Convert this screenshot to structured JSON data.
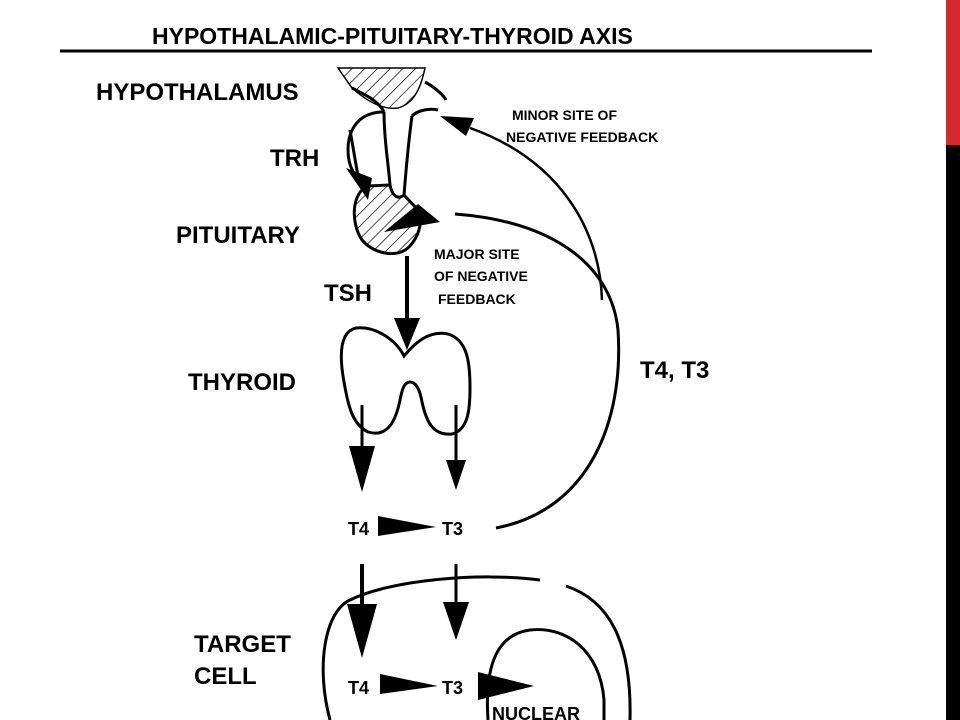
{
  "title": "HYPOTHALAMIC-PITUITARY-THYROID AXIS",
  "labels": {
    "hypothalamus": "HYPOTHALAMUS",
    "trh": "TRH",
    "pituitary": "PITUITARY",
    "tsh": "TSH",
    "thyroid": "THYROID",
    "target_cell_line1": "TARGET",
    "target_cell_line2": "CELL",
    "t4_t3_feedback": "T4, T3",
    "nuclear": "NUCLEAR"
  },
  "annotations": {
    "minor_line1": "MINOR SITE OF",
    "minor_line2": "NEGATIVE FEEDBACK",
    "major_line1": "MAJOR SITE",
    "major_line2": "OF NEGATIVE",
    "major_line3": "FEEDBACK"
  },
  "hormones": {
    "circulation_t4": "T4",
    "circulation_t3": "T3",
    "cell_t4": "T4",
    "cell_t3": "T3"
  },
  "colors": {
    "ink": "#000000",
    "accent_red": "#d42a2a",
    "accent_black": "#000000",
    "background": "#ffffff"
  }
}
